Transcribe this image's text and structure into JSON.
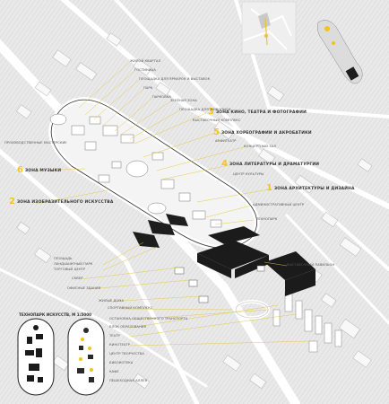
{
  "zones": [
    {
      "num": "1",
      "label": "ЗОНА АРХИТЕКТУРЫ И ДИЗАЙНА"
    },
    {
      "num": "2",
      "label": "ЗОНА ИЗОБРАЗИТЕЛЬНОГО ИСКУССТВА"
    },
    {
      "num": "3",
      "label": "ЗОНА КИНО, ТЕАТРА И ФОТОГРАФИИ"
    },
    {
      "num": "4",
      "label": "ЗОНА ЛИТЕРАТУРЫ И ДРАМАТУРГИИ"
    },
    {
      "num": "5",
      "label": "ЗОНА ХОРЕОГРАФИИ И АКРОБАТИКИ"
    },
    {
      "num": "6",
      "label": "ЗОНА МУЗЫКИ"
    }
  ],
  "callouts": [
    "ЖИЛОЙ КВАРТАЛ",
    "ГОСТИНИЦА",
    "ПЛОЩАДКА ДЛЯ ЯРМАРОК И ВЫСТАВОК",
    "ПАРК",
    "ПАРКОВКА",
    "ЗЕЛЁНАЯ ЗОНА",
    "ПЛОЩАДКА ДЛЯ ЖИВОПИСИ",
    "ВЫСТАВОЧНЫЙ КОМПЛЕКС",
    "АМФИТЕАТР",
    "КОНЦЕРТНЫЙ ЗАЛ",
    "ЦЕНТР КУЛЬТУРЫ",
    "АДМИНИСТРАТИВНЫЙ ЦЕНТР",
    "ТЕХНОПАРК",
    "ПРОИЗВОДСТВЕННЫЕ МАСТЕРСКИЕ",
    "ВЫСТАВОЧНЫЙ ПАВИЛЬОН",
    "ПЛОЩАДЬ",
    "ЛАНДШАФТНЫЙ ПАРК",
    "ТОРГОВЫЙ ЦЕНТР",
    "СКВЕР",
    "ОФИСНЫЕ ЗДАНИЯ",
    "ЖИЛЫЕ ДОМА",
    "СПОРТИВНЫЙ КОМПЛЕКС",
    "ОСТАНОВКА ОБЩЕСТВЕННОГО ТРАНСПОРТА",
    "БЛОК ОБРАЗОВАНИЯ",
    "ТЕАТР",
    "КИНОТЕАТР",
    "ЦЕНТР ТВОРЧЕСТВА",
    "БИБЛИОТЕКА",
    "КАФЕ",
    "ПЕШЕХОДНАЯ АЛЛЕЯ"
  ],
  "plan_title": "ТЕХНОПАРК ИСКУССТВ, М 1:5000"
}
